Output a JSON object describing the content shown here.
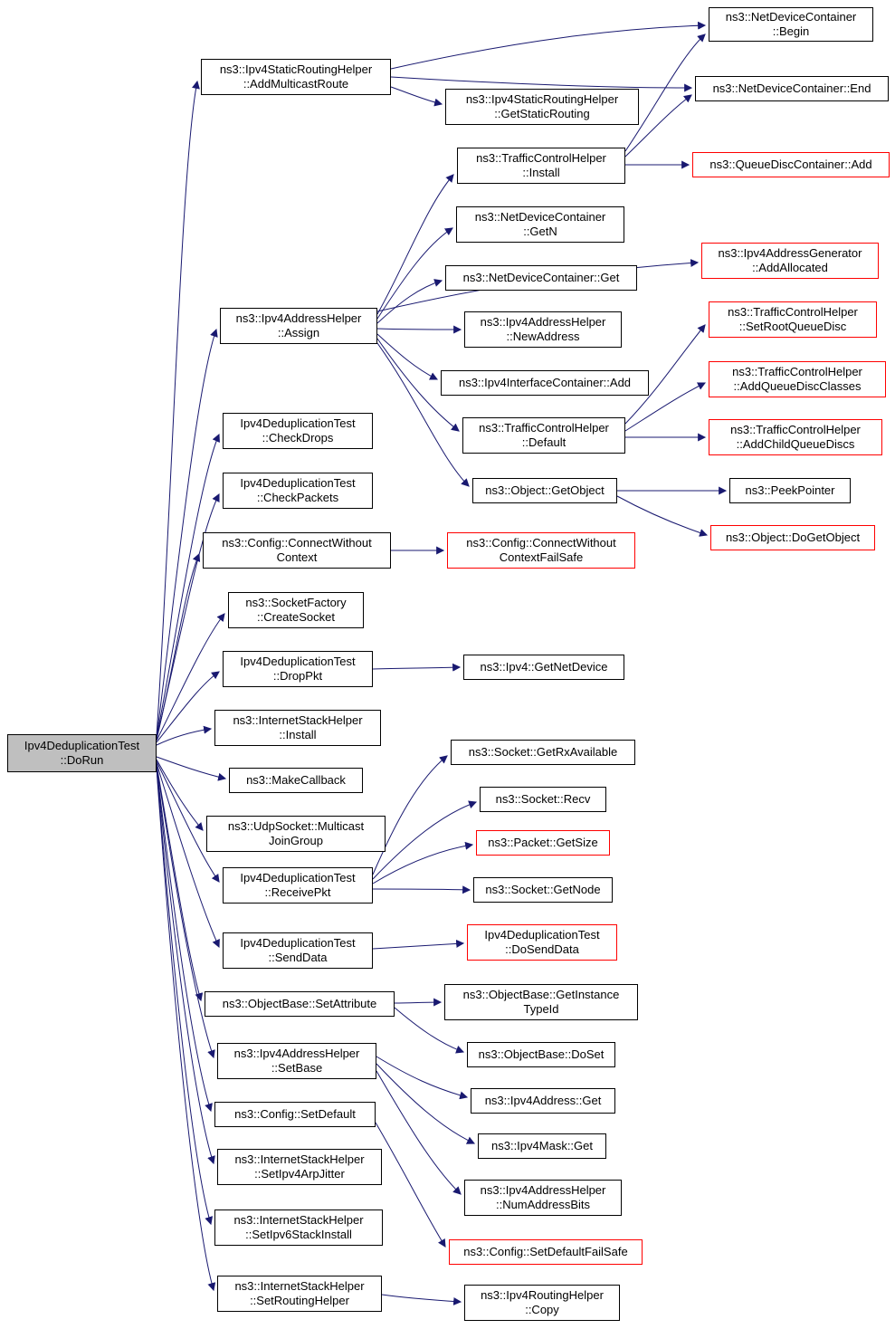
{
  "diagram": {
    "kind": "call-graph",
    "focus_node": "Ipv4DeduplicationTest::DoRun"
  },
  "colors": {
    "edge": "#191970",
    "node_border": "#000000",
    "node_border_alt": "#ff0000",
    "focus_fill": "#bfbfbf",
    "node_fill": "#ffffff"
  },
  "nodes": [
    {
      "id": "dorun",
      "label": "Ipv4DeduplicationTest\n::DoRun",
      "style": "focus"
    },
    {
      "id": "add-multicast-route",
      "label": "ns3::Ipv4StaticRoutingHelper\n::AddMulticastRoute",
      "style": "normal"
    },
    {
      "id": "begin",
      "label": "ns3::NetDeviceContainer\n::Begin",
      "style": "normal"
    },
    {
      "id": "end",
      "label": "ns3::NetDeviceContainer::End",
      "style": "normal"
    },
    {
      "id": "get-static-routing",
      "label": "ns3::Ipv4StaticRoutingHelper\n::GetStaticRouting",
      "style": "normal"
    },
    {
      "id": "tch-install",
      "label": "ns3::TrafficControlHelper\n::Install",
      "style": "normal"
    },
    {
      "id": "queuedisc-add",
      "label": "ns3::QueueDiscContainer::Add",
      "style": "red"
    },
    {
      "id": "getn",
      "label": "ns3::NetDeviceContainer\n::GetN",
      "style": "normal"
    },
    {
      "id": "ndc-get",
      "label": "ns3::NetDeviceContainer::Get",
      "style": "normal"
    },
    {
      "id": "add-allocated",
      "label": "ns3::Ipv4AddressGenerator\n::AddAllocated",
      "style": "red"
    },
    {
      "id": "assign",
      "label": "ns3::Ipv4AddressHelper\n::Assign",
      "style": "normal"
    },
    {
      "id": "new-address",
      "label": "ns3::Ipv4AddressHelper\n::NewAddress",
      "style": "normal"
    },
    {
      "id": "set-root-queue-disc",
      "label": "ns3::TrafficControlHelper\n::SetRootQueueDisc",
      "style": "red"
    },
    {
      "id": "add-queue-disc-classes",
      "label": "ns3::TrafficControlHelper\n::AddQueueDiscClasses",
      "style": "red"
    },
    {
      "id": "iic-add",
      "label": "ns3::Ipv4InterfaceContainer::Add",
      "style": "normal"
    },
    {
      "id": "tch-default",
      "label": "ns3::TrafficControlHelper\n::Default",
      "style": "normal"
    },
    {
      "id": "add-child-queue-discs",
      "label": "ns3::TrafficControlHelper\n::AddChildQueueDiscs",
      "style": "red"
    },
    {
      "id": "check-drops",
      "label": "Ipv4DeduplicationTest\n::CheckDrops",
      "style": "normal"
    },
    {
      "id": "get-object",
      "label": "ns3::Object::GetObject",
      "style": "normal"
    },
    {
      "id": "peek-pointer",
      "label": "ns3::PeekPointer",
      "style": "normal"
    },
    {
      "id": "do-get-object",
      "label": "ns3::Object::DoGetObject",
      "style": "red"
    },
    {
      "id": "check-packets",
      "label": "Ipv4DeduplicationTest\n::CheckPackets",
      "style": "normal"
    },
    {
      "id": "connect-without-context",
      "label": "ns3::Config::ConnectWithout\nContext",
      "style": "normal"
    },
    {
      "id": "cwc-failsafe",
      "label": "ns3::Config::ConnectWithout\nContextFailSafe",
      "style": "red"
    },
    {
      "id": "create-socket",
      "label": "ns3::SocketFactory\n::CreateSocket",
      "style": "normal"
    },
    {
      "id": "drop-pkt",
      "label": "Ipv4DeduplicationTest\n::DropPkt",
      "style": "normal"
    },
    {
      "id": "get-net-device",
      "label": "ns3::Ipv4::GetNetDevice",
      "style": "normal"
    },
    {
      "id": "ish-install",
      "label": "ns3::InternetStackHelper\n::Install",
      "style": "normal"
    },
    {
      "id": "make-callback",
      "label": "ns3::MakeCallback",
      "style": "normal"
    },
    {
      "id": "get-rx-available",
      "label": "ns3::Socket::GetRxAvailable",
      "style": "normal"
    },
    {
      "id": "multicast-join-group",
      "label": "ns3::UdpSocket::Multicast\nJoinGroup",
      "style": "normal"
    },
    {
      "id": "recv",
      "label": "ns3::Socket::Recv",
      "style": "normal"
    },
    {
      "id": "get-size",
      "label": "ns3::Packet::GetSize",
      "style": "red"
    },
    {
      "id": "receive-pkt",
      "label": "Ipv4DeduplicationTest\n::ReceivePkt",
      "style": "normal"
    },
    {
      "id": "get-node",
      "label": "ns3::Socket::GetNode",
      "style": "normal"
    },
    {
      "id": "send-data",
      "label": "Ipv4DeduplicationTest\n::SendData",
      "style": "normal"
    },
    {
      "id": "do-send-data",
      "label": "Ipv4DeduplicationTest\n::DoSendData",
      "style": "red"
    },
    {
      "id": "set-attribute",
      "label": "ns3::ObjectBase::SetAttribute",
      "style": "normal"
    },
    {
      "id": "get-instance-type-id",
      "label": "ns3::ObjectBase::GetInstance\nTypeId",
      "style": "normal"
    },
    {
      "id": "do-set",
      "label": "ns3::ObjectBase::DoSet",
      "style": "normal"
    },
    {
      "id": "set-base",
      "label": "ns3::Ipv4AddressHelper\n::SetBase",
      "style": "normal"
    },
    {
      "id": "ipv4address-get",
      "label": "ns3::Ipv4Address::Get",
      "style": "normal"
    },
    {
      "id": "set-default",
      "label": "ns3::Config::SetDefault",
      "style": "normal"
    },
    {
      "id": "ipv4mask-get",
      "label": "ns3::Ipv4Mask::Get",
      "style": "normal"
    },
    {
      "id": "set-ipv4-arp-jitter",
      "label": "ns3::InternetStackHelper\n::SetIpv4ArpJitter",
      "style": "normal"
    },
    {
      "id": "num-address-bits",
      "label": "ns3::Ipv4AddressHelper\n::NumAddressBits",
      "style": "normal"
    },
    {
      "id": "set-default-fail-safe",
      "label": "ns3::Config::SetDefaultFailSafe",
      "style": "red"
    },
    {
      "id": "set-ipv6-stack-install",
      "label": "ns3::InternetStackHelper\n::SetIpv6StackInstall",
      "style": "normal"
    },
    {
      "id": "set-routing-helper",
      "label": "ns3::InternetStackHelper\n::SetRoutingHelper",
      "style": "normal"
    },
    {
      "id": "copy",
      "label": "ns3::Ipv4RoutingHelper\n::Copy",
      "style": "normal"
    }
  ],
  "edges": [
    {
      "from": "dorun",
      "to": "add-multicast-route"
    },
    {
      "from": "dorun",
      "to": "assign"
    },
    {
      "from": "dorun",
      "to": "check-drops"
    },
    {
      "from": "dorun",
      "to": "check-packets"
    },
    {
      "from": "dorun",
      "to": "connect-without-context"
    },
    {
      "from": "dorun",
      "to": "create-socket"
    },
    {
      "from": "dorun",
      "to": "drop-pkt"
    },
    {
      "from": "dorun",
      "to": "ish-install"
    },
    {
      "from": "dorun",
      "to": "make-callback"
    },
    {
      "from": "dorun",
      "to": "multicast-join-group"
    },
    {
      "from": "dorun",
      "to": "receive-pkt"
    },
    {
      "from": "dorun",
      "to": "send-data"
    },
    {
      "from": "dorun",
      "to": "set-attribute"
    },
    {
      "from": "dorun",
      "to": "set-base"
    },
    {
      "from": "dorun",
      "to": "set-default"
    },
    {
      "from": "dorun",
      "to": "set-ipv4-arp-jitter"
    },
    {
      "from": "dorun",
      "to": "set-ipv6-stack-install"
    },
    {
      "from": "dorun",
      "to": "set-routing-helper"
    },
    {
      "from": "add-multicast-route",
      "to": "begin"
    },
    {
      "from": "add-multicast-route",
      "to": "end"
    },
    {
      "from": "add-multicast-route",
      "to": "get-static-routing"
    },
    {
      "from": "assign",
      "to": "tch-install"
    },
    {
      "from": "assign",
      "to": "getn"
    },
    {
      "from": "assign",
      "to": "ndc-get"
    },
    {
      "from": "assign",
      "to": "new-address"
    },
    {
      "from": "assign",
      "to": "iic-add"
    },
    {
      "from": "assign",
      "to": "tch-default"
    },
    {
      "from": "assign",
      "to": "get-object"
    },
    {
      "from": "assign",
      "to": "add-allocated"
    },
    {
      "from": "tch-install",
      "to": "begin"
    },
    {
      "from": "tch-install",
      "to": "end"
    },
    {
      "from": "tch-install",
      "to": "queuedisc-add"
    },
    {
      "from": "tch-default",
      "to": "set-root-queue-disc"
    },
    {
      "from": "tch-default",
      "to": "add-queue-disc-classes"
    },
    {
      "from": "tch-default",
      "to": "add-child-queue-discs"
    },
    {
      "from": "get-object",
      "to": "peek-pointer"
    },
    {
      "from": "get-object",
      "to": "do-get-object"
    },
    {
      "from": "connect-without-context",
      "to": "cwc-failsafe"
    },
    {
      "from": "drop-pkt",
      "to": "get-net-device"
    },
    {
      "from": "receive-pkt",
      "to": "get-rx-available"
    },
    {
      "from": "receive-pkt",
      "to": "recv"
    },
    {
      "from": "receive-pkt",
      "to": "get-size"
    },
    {
      "from": "receive-pkt",
      "to": "get-node"
    },
    {
      "from": "send-data",
      "to": "do-send-data"
    },
    {
      "from": "set-attribute",
      "to": "get-instance-type-id"
    },
    {
      "from": "set-attribute",
      "to": "do-set"
    },
    {
      "from": "set-base",
      "to": "ipv4address-get"
    },
    {
      "from": "set-base",
      "to": "ipv4mask-get"
    },
    {
      "from": "set-base",
      "to": "num-address-bits"
    },
    {
      "from": "set-default",
      "to": "set-default-fail-safe"
    },
    {
      "from": "set-routing-helper",
      "to": "copy"
    }
  ]
}
